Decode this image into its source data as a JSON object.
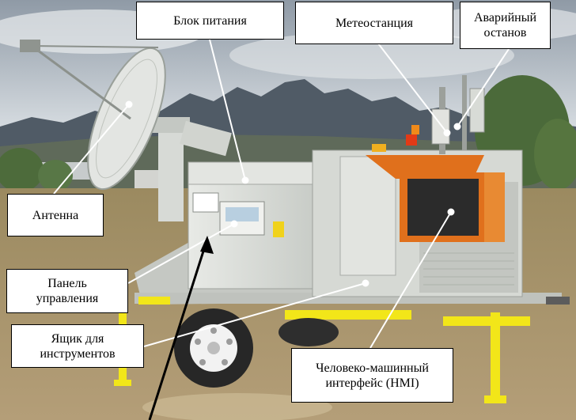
{
  "labels": {
    "power_unit": "Блок питания",
    "weather_station": "Метеостанция",
    "emergency_stop_line1": "Аварийный",
    "emergency_stop_line2": "останов",
    "antenna": "Антенна",
    "control_panel_line1": "Панель",
    "control_panel_line2": "управления",
    "toolbox_line1": "Ящик для",
    "toolbox_line2": "инструментов",
    "hmi_line1": "Человеко-машинный",
    "hmi_line2": "интерфейс (HMI)"
  },
  "colors": {
    "sky": "#c9d2da",
    "mountains": "#4a5560",
    "ground": "#a6906a",
    "enclosure": "#d9dcd8",
    "hmi_frame": "#e0701c",
    "yellow_trim": "#f2e619",
    "tire": "#2a2a2a",
    "tree": "#4c6a3a"
  },
  "icons": [
    "satellite-dish-icon",
    "weather-mast-icon",
    "warning-beacon-icon"
  ]
}
